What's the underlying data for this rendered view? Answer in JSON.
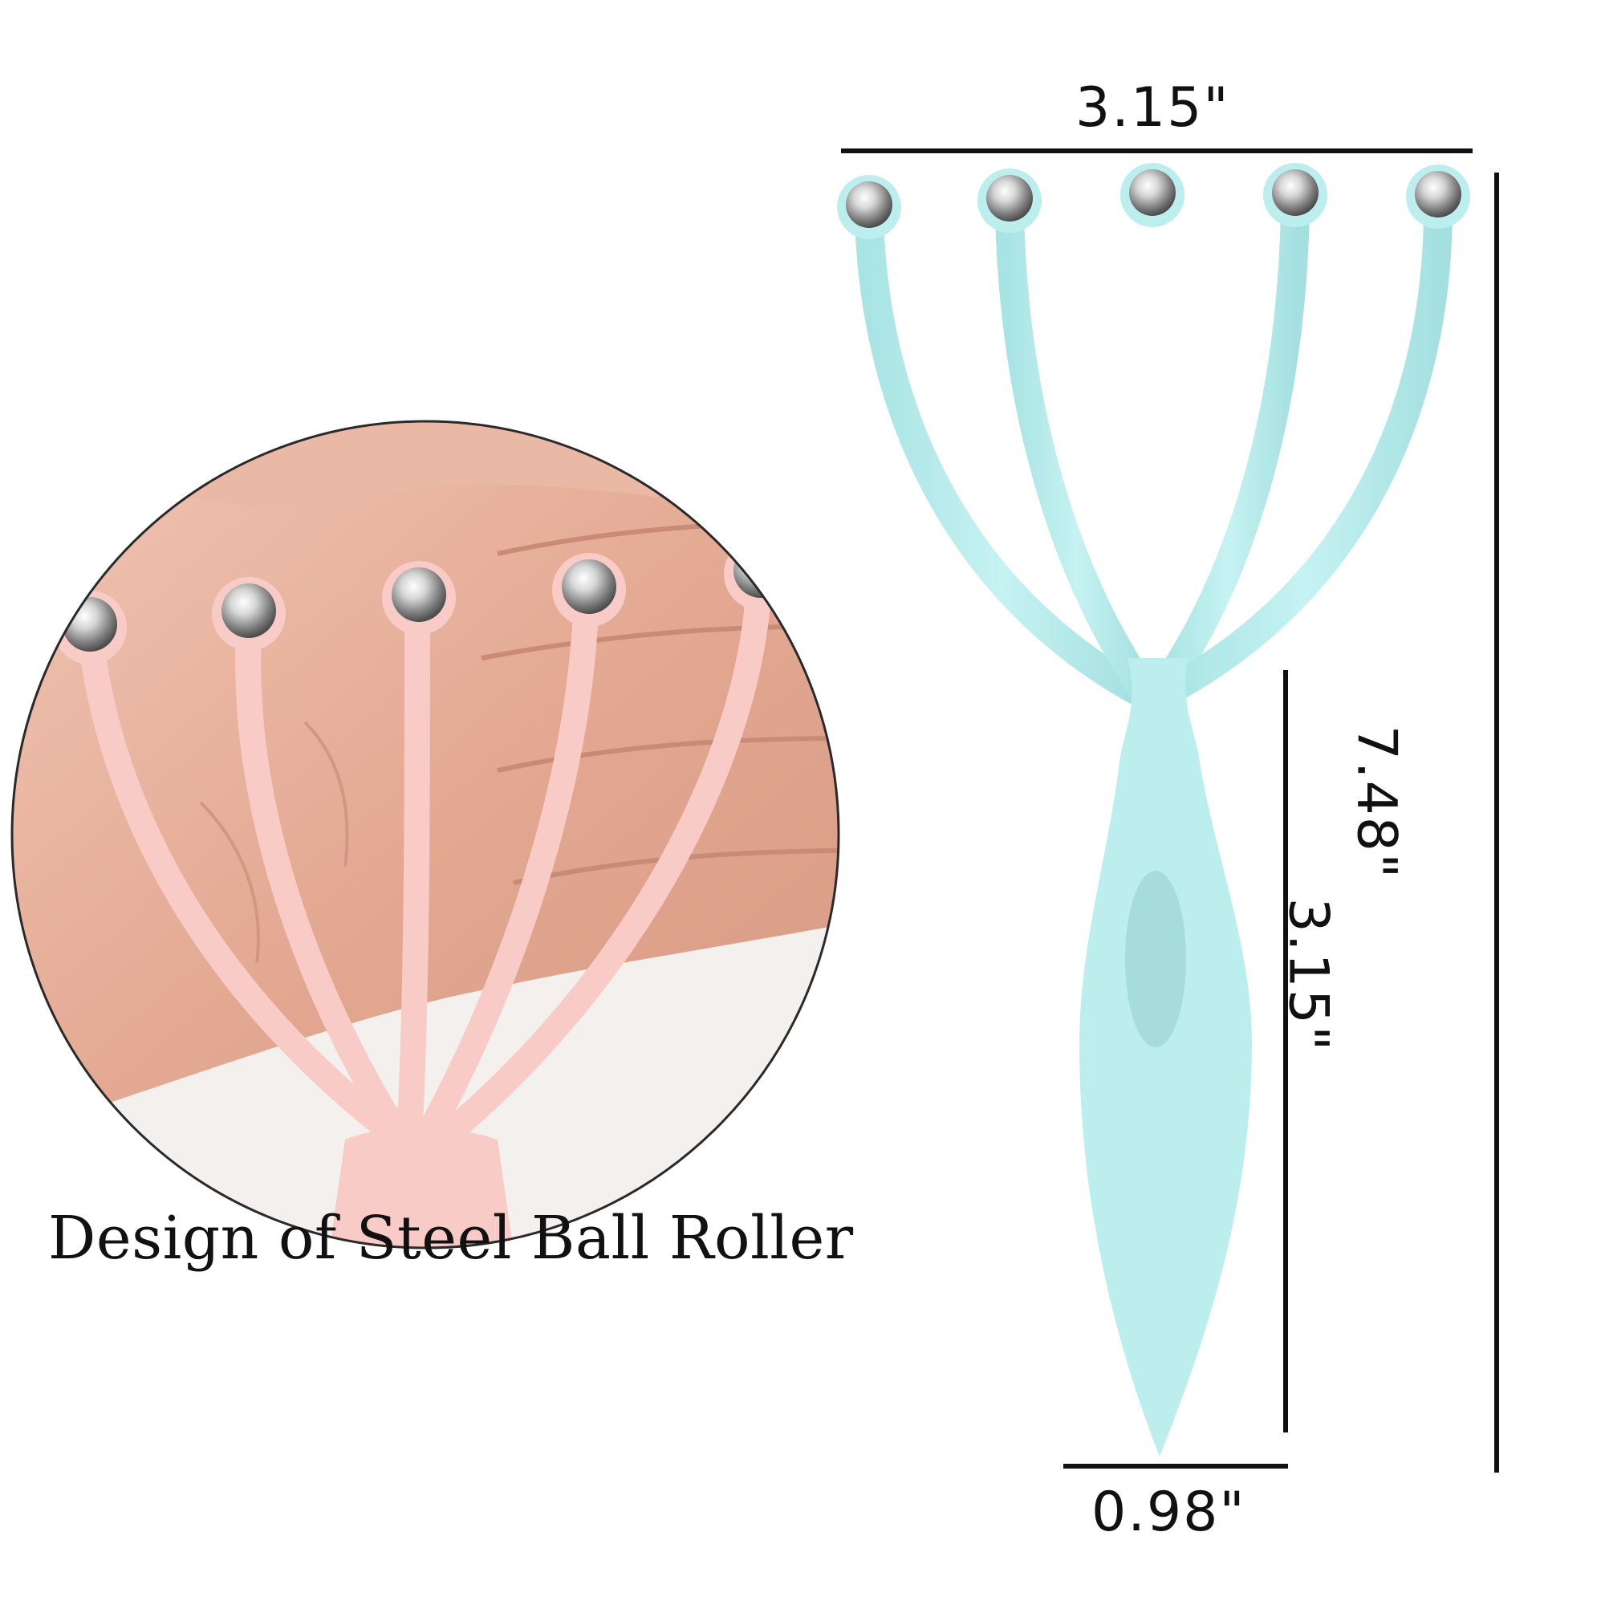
{
  "caption": "Design of Steel Ball Roller",
  "dimensions": {
    "width": "3.15\"",
    "total_length": "7.48\"",
    "handle_length": "3.15\"",
    "handle_width": "0.98\""
  },
  "colors": {
    "massager_handheld": "#f7c8c4",
    "massager_product": "#bdeeee",
    "skin": "#e8b4a0",
    "steel_ball": "#b9b9b9",
    "line": "#111111"
  }
}
